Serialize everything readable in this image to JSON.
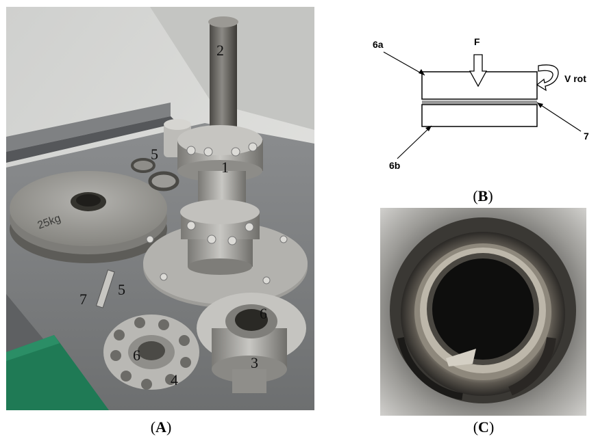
{
  "figure": {
    "panel_a": {
      "caption_letter": "A",
      "part_numbers": [
        "2",
        "5",
        "1",
        "5",
        "7",
        "6",
        "6",
        "4",
        "3"
      ],
      "plate_engraving": "25kg"
    },
    "panel_b": {
      "caption_letter": "B",
      "force_label": "F",
      "rotation_label": "V rot",
      "upper_specimen_label": "6a",
      "lower_specimen_label": "6b",
      "layer_label": "7"
    },
    "panel_c": {
      "caption_letter": "C"
    }
  },
  "colors": {
    "wall": "#d9d9d7",
    "table": "#7b7d7f",
    "steel": "#a6a6a4",
    "dark_steel": "#5b5a57",
    "green_board": "#1f7a55",
    "ring_dark": "#1b1a18"
  }
}
